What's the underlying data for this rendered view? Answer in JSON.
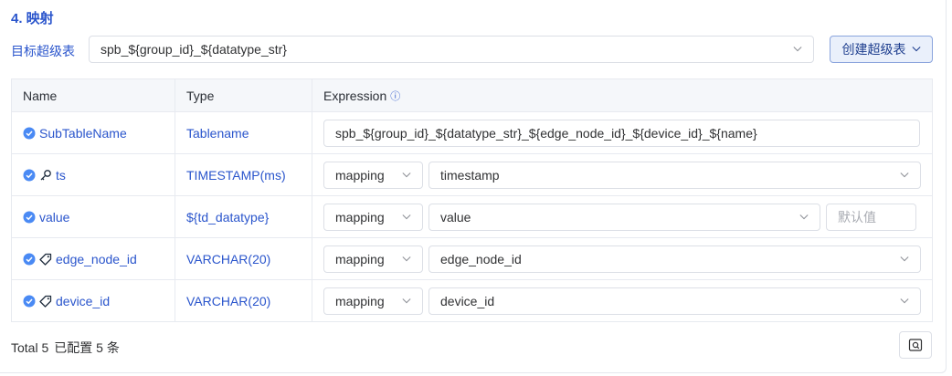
{
  "section": {
    "title": "4. 映射"
  },
  "target": {
    "label": "目标超级表",
    "selected": "spb_${group_id}_${datatype_str}",
    "create_button": "创建超级表"
  },
  "table": {
    "headers": {
      "name": "Name",
      "type": "Type",
      "expression": "Expression"
    },
    "rows": [
      {
        "name": "SubTableName",
        "type": "Tablename",
        "expression": "spb_${group_id}_${datatype_str}_${edge_node_id}_${device_id}_${name}"
      },
      {
        "name": "ts",
        "type": "TIMESTAMP(ms)",
        "mode": "mapping",
        "value": "timestamp"
      },
      {
        "name": "value",
        "type": "${td_datatype}",
        "mode": "mapping",
        "value": "value",
        "default_placeholder": "默认值"
      },
      {
        "name": "edge_node_id",
        "type": "VARCHAR(20)",
        "mode": "mapping",
        "value": "edge_node_id"
      },
      {
        "name": "device_id",
        "type": "VARCHAR(20)",
        "mode": "mapping",
        "value": "device_id"
      }
    ]
  },
  "footer": {
    "total": "Total 5",
    "configured": "已配置 5 条"
  },
  "colors": {
    "accent": "#2a55cc",
    "check": "#4a8af4",
    "border": "#dcdfe6"
  }
}
